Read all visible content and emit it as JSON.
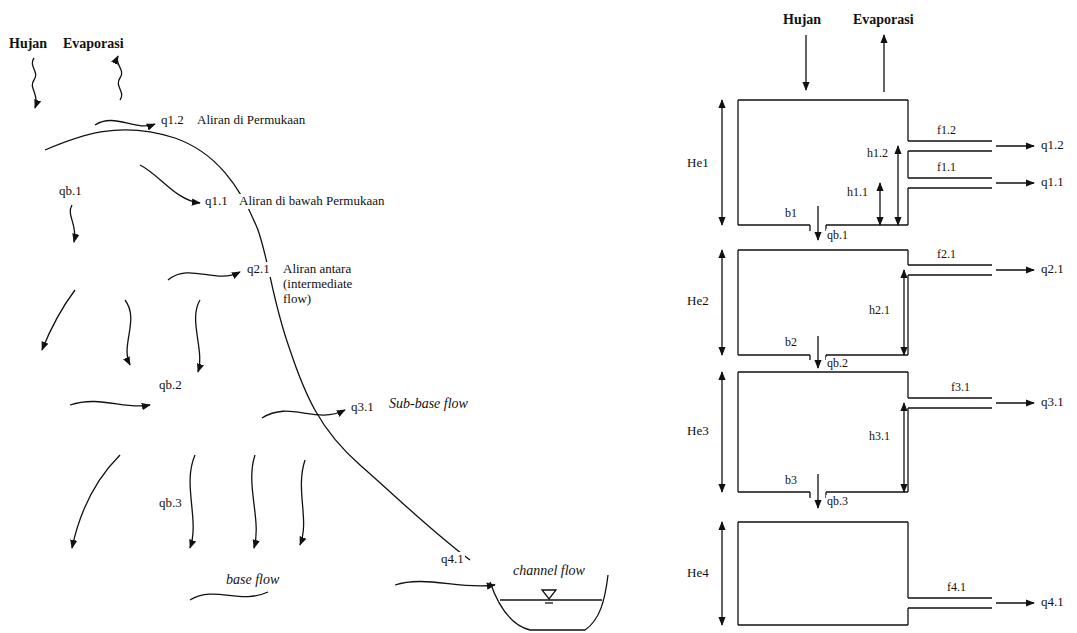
{
  "diagram": {
    "labels": [
      "Hujan",
      "Evaporasi",
      "q1.2",
      "Aliran di Permukaan",
      "qb.1",
      "q1.1",
      "Aliran di bawah Permukaan",
      "q2.1",
      "Aliran antara (intermediate flow)",
      "qb.2",
      "q3.1",
      "Sub-base flow",
      "qb.3",
      "q4.1",
      "channel flow",
      "base flow",
      "Hujan",
      "Evaporasi",
      "He1",
      "f1.2",
      "q1.2",
      "h1.2",
      "f1.1",
      "h1.1",
      "q1.1",
      "b1",
      "qb.1",
      "He2",
      "f2.1",
      "q2.1",
      "h2.1",
      "b2",
      "qb.2",
      "He3",
      "f3.1",
      "q3.1",
      "h3.1",
      "b3",
      "qb.3",
      "He4",
      "f4.1",
      "q4.1"
    ]
  }
}
